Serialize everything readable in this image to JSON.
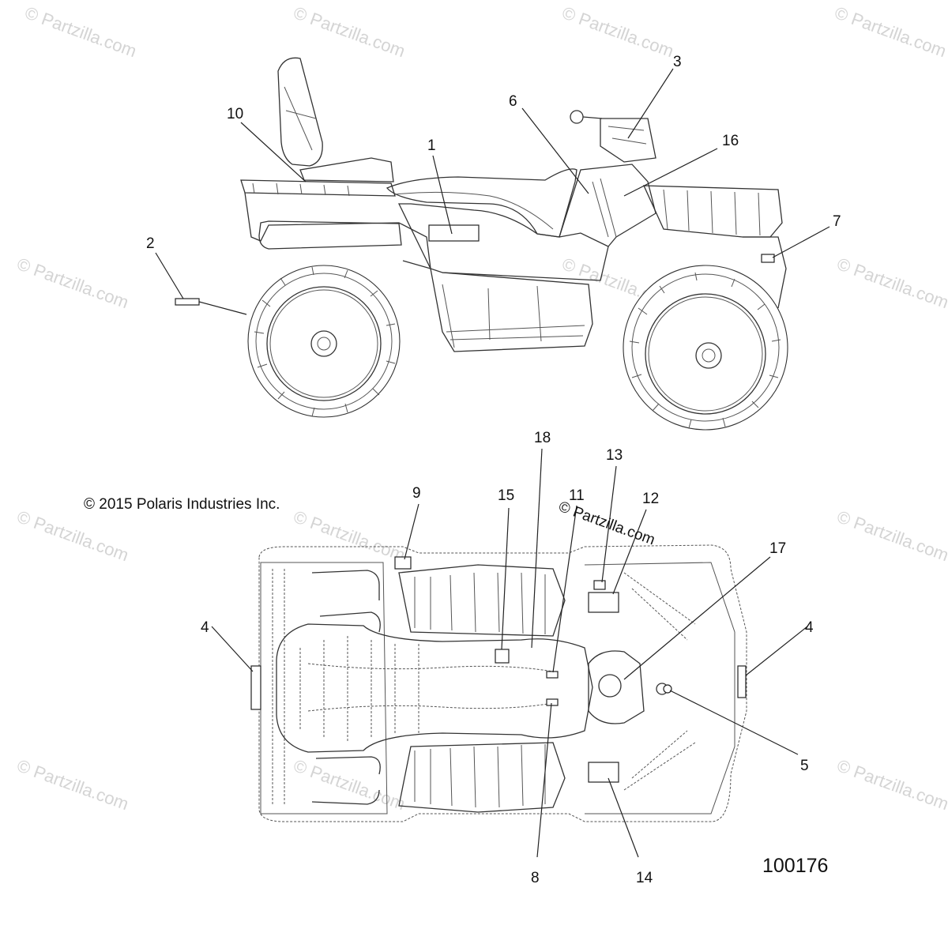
{
  "watermark_text": "© Partzilla.com",
  "copyright": "© 2015 Polaris Industries Inc.",
  "partzilla_stamp": "© Partzilla.com",
  "part_number": "100176",
  "callouts": {
    "c1": "1",
    "c2": "2",
    "c3": "3",
    "c4a": "4",
    "c4b": "4",
    "c5": "5",
    "c6": "6",
    "c7": "7",
    "c8": "8",
    "c9": "9",
    "c10": "10",
    "c11": "11",
    "c12": "12",
    "c13": "13",
    "c14": "14",
    "c15": "15",
    "c16": "16",
    "c17": "17",
    "c18": "18"
  }
}
